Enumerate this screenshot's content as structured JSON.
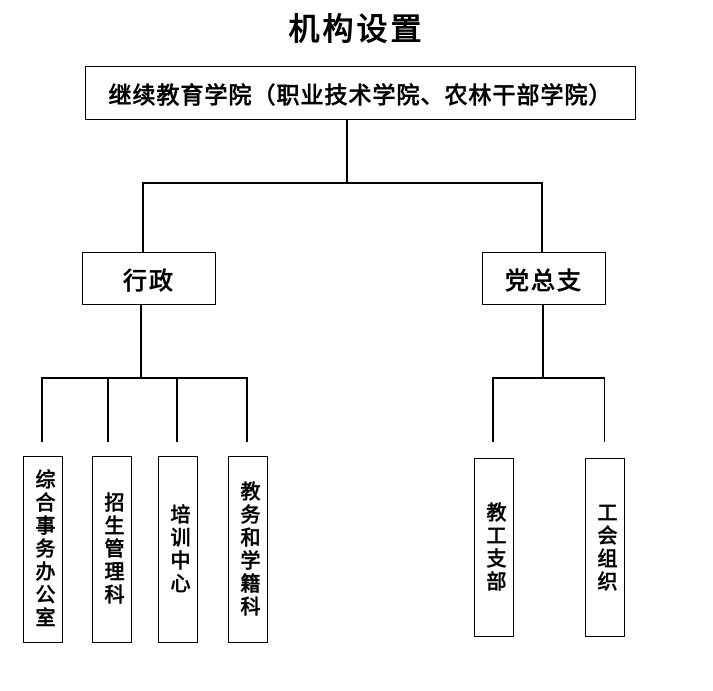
{
  "title": "机构设置",
  "chart": {
    "root": {
      "label": "继续教育学院（职业技术学院、农林干部学院）"
    },
    "branches": [
      {
        "label": "行政",
        "children": [
          {
            "label": "综合事务办公室"
          },
          {
            "label": "招生管理科"
          },
          {
            "label": "培训中心"
          },
          {
            "label": "教务和学籍科"
          }
        ]
      },
      {
        "label": "党总支",
        "children": [
          {
            "label": "教工支部"
          },
          {
            "label": "工会组织"
          }
        ]
      }
    ]
  },
  "colors": {
    "background": "#ffffff",
    "line": "#000000",
    "text": "#000000"
  }
}
